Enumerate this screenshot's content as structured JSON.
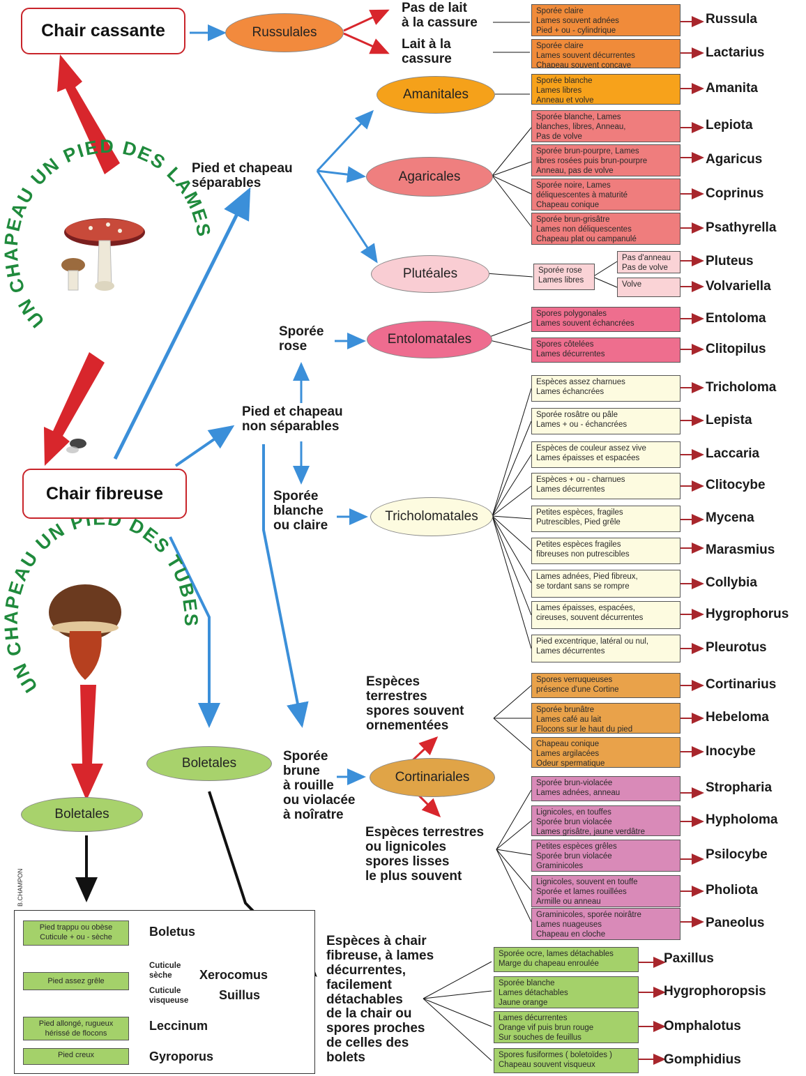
{
  "colors": {
    "blue": "#3b8fd9",
    "red": "#d8262c",
    "black": "#111111",
    "darkred": "#a8262c",
    "russula_box": "#f08b3a",
    "amanita_box": "#f7a21b",
    "agaricales_box": "#ef7d7d",
    "pluteus_box": "#fad3d6",
    "entoloma_box": "#ee6e8e",
    "tricho_box": "#fdfbe0",
    "cortinarius_box": "#e9a24a",
    "stropharia_box": "#d98ab8",
    "green_box": "#a4d16a"
  },
  "root": {
    "cassante": "Chair cassante",
    "fibreuse": "Chair fibreuse"
  },
  "circle_text": {
    "lamelles": "UN CHAPEAU UN PIED DES LAMES",
    "tubes": "UN CHAPEAU UN PIED DES TUBES"
  },
  "orders": {
    "russulales": "Russulales",
    "amanitales": "Amanitales",
    "agaricales": "Agaricales",
    "pluteales": "Plutéales",
    "entolomatales": "Entolomatales",
    "tricholomatales": "Tricholomatales",
    "cortinariales": "Cortinariales",
    "boletales_a": "Boletales",
    "boletales_b": "Boletales"
  },
  "labels": {
    "pas_lait": [
      "Pas de lait",
      "à la cassure"
    ],
    "lait": [
      "Lait à la",
      "cassure"
    ],
    "separables": [
      "Pied et chapeau",
      "séparables"
    ],
    "non_separables": [
      "Pied et chapeau",
      "non séparables"
    ],
    "sporee_rose": [
      "Sporée",
      "rose"
    ],
    "sporee_blanche": [
      "Sporée",
      "blanche",
      "ou claire"
    ],
    "sporee_brune": [
      "Sporée",
      "brune",
      "à rouille",
      "ou violacée",
      "à noîratre"
    ],
    "esp_terrestres": [
      "Espèces",
      "terrestres",
      "spores souvent",
      "ornementées"
    ],
    "esp_lignicoles": [
      "Espèces terrestres",
      "ou lignicoles",
      "spores lisses",
      "le plus souvent"
    ],
    "esp_chair": [
      "Espèces à chair",
      "fibreuse, à lames",
      "décurrentes,",
      "facilement",
      "détachables",
      "de la chair ou",
      "spores proches",
      "de celles des",
      "bolets"
    ],
    "signature": "B.CHAMPON"
  },
  "genera": [
    {
      "name": "Russula",
      "lines": [
        "Sporée claire",
        "Lames souvent adnées",
        "Pied + ou - cylindrique"
      ]
    },
    {
      "name": "Lactarius",
      "lines": [
        "Sporée claire",
        "Lames souvent décurrentes",
        "Chapeau souvent concave"
      ]
    },
    {
      "name": "Amanita",
      "lines": [
        "Sporée blanche",
        "Lames libres",
        "Anneau et volve"
      ]
    },
    {
      "name": "Lepiota",
      "lines": [
        "Sporée blanche, Lames",
        "blanches, libres, Anneau,",
        "Pas de volve"
      ]
    },
    {
      "name": "Agaricus",
      "lines": [
        "Sporée brun-pourpre, Lames",
        "libres rosées puis brun-pourpre",
        "Anneau, pas de volve"
      ]
    },
    {
      "name": "Coprinus",
      "lines": [
        "Sporée noire, Lames",
        "déliquescentes à maturité",
        "Chapeau conique"
      ]
    },
    {
      "name": "Psathyrella",
      "lines": [
        "Sporée brun-grisâtre",
        "Lames non déliquescentes",
        "Chapeau plat ou campanulé"
      ]
    },
    {
      "name": "Pluteus",
      "lines": [
        "Pas d'anneau",
        "Pas de volve"
      ]
    },
    {
      "name": "Volvariella",
      "lines": [
        "Volve"
      ]
    },
    {
      "name": "Entoloma",
      "lines": [
        "Spores polygonales",
        "Lames souvent échancrées"
      ]
    },
    {
      "name": "Clitopilus",
      "lines": [
        "Spores côtelées",
        "Lames décurrentes"
      ]
    },
    {
      "name": "Tricholoma",
      "lines": [
        "Espèces assez charnues",
        "Lames échancrées"
      ]
    },
    {
      "name": "Lepista",
      "lines": [
        "Sporée rosâtre ou pâle",
        "Lames + ou - échancrées"
      ]
    },
    {
      "name": "Laccaria",
      "lines": [
        "Espèces de couleur assez vive",
        "Lames épaisses et espacées"
      ]
    },
    {
      "name": "Clitocybe",
      "lines": [
        "Espèces + ou - charnues",
        "Lames décurrentes"
      ]
    },
    {
      "name": "Mycena",
      "lines": [
        "Petites espèces, fragiles",
        "Putrescibles, Pied grêle"
      ]
    },
    {
      "name": "Marasmius",
      "lines": [
        "Petites espèces fragiles",
        "fibreuses non putrescibles"
      ]
    },
    {
      "name": "Collybia",
      "lines": [
        "Lames adnées, Pied fibreux,",
        "se tordant sans se rompre"
      ]
    },
    {
      "name": "Hygrophorus",
      "lines": [
        "Lames épaisses, espacées,",
        "cireuses, souvent décurrentes"
      ]
    },
    {
      "name": "Pleurotus",
      "lines": [
        "Pied excentrique, latéral ou nul,",
        "Lames décurrentes"
      ]
    },
    {
      "name": "Cortinarius",
      "lines": [
        "Spores verruqueuses",
        "présence d'une Cortine"
      ]
    },
    {
      "name": "Hebeloma",
      "lines": [
        "Sporée brunâtre",
        "Lames café au lait",
        "Flocons sur le haut du pied"
      ]
    },
    {
      "name": "Inocybe",
      "lines": [
        "Chapeau conique",
        "Lames argilacées",
        "Odeur spermatique"
      ]
    },
    {
      "name": "Stropharia",
      "lines": [
        "Sporée brun-violacée",
        "Lames adnées, anneau"
      ]
    },
    {
      "name": "Hypholoma",
      "lines": [
        "Lignicoles, en touffes",
        "Sporée brun violacée",
        "Lames grisâtre, jaune verdâtre"
      ]
    },
    {
      "name": "Psilocybe",
      "lines": [
        "Petites espèces grêles",
        "Sporée brun violacée",
        "Graminicoles"
      ]
    },
    {
      "name": "Pholiota",
      "lines": [
        "Lignicoles, souvent en touffe",
        "Sporée et lames rouillées",
        "Armille ou anneau"
      ]
    },
    {
      "name": "Paneolus",
      "lines": [
        "Graminicoles, sporée noirâtre",
        "Lames nuageuses",
        "Chapeau en cloche"
      ]
    },
    {
      "name": "Paxillus",
      "lines": [
        "Sporée ocre, lames détachables",
        "Marge du chapeau enroulée"
      ]
    },
    {
      "name": "Hygrophoropsis",
      "lines": [
        "Sporée blanche",
        "Lames détachables",
        "Jaune orange"
      ]
    },
    {
      "name": "Omphalotus",
      "lines": [
        "Lames décurrentes",
        "Orange vif puis brun rouge",
        "Sur souches de feuillus"
      ]
    },
    {
      "name": "Gomphidius",
      "lines": [
        "Spores fusiformes ( boletoïdes )",
        "Chapeau souvent visqueux"
      ]
    }
  ],
  "pluteus_shared": [
    "Sporée rose",
    "Lames libres"
  ],
  "bolete_panel": [
    {
      "name": "Boletus",
      "lines": [
        "Pied trappu ou obèse",
        "Cuticule + ou - sèche"
      ]
    },
    {
      "name": "Xerocomus",
      "lines": [
        "Cuticule",
        "sèche"
      ]
    },
    {
      "name": "Suillus",
      "lines": [
        "Cuticule",
        "visqueuse"
      ]
    },
    {
      "name": "Leccinum",
      "lines": [
        "Pied allongé, rugueux",
        "hérissé de flocons"
      ]
    },
    {
      "name": "Gyroporus",
      "lines": [
        "Pied creux"
      ]
    }
  ],
  "bolete_grele": "Pied assez grêle"
}
